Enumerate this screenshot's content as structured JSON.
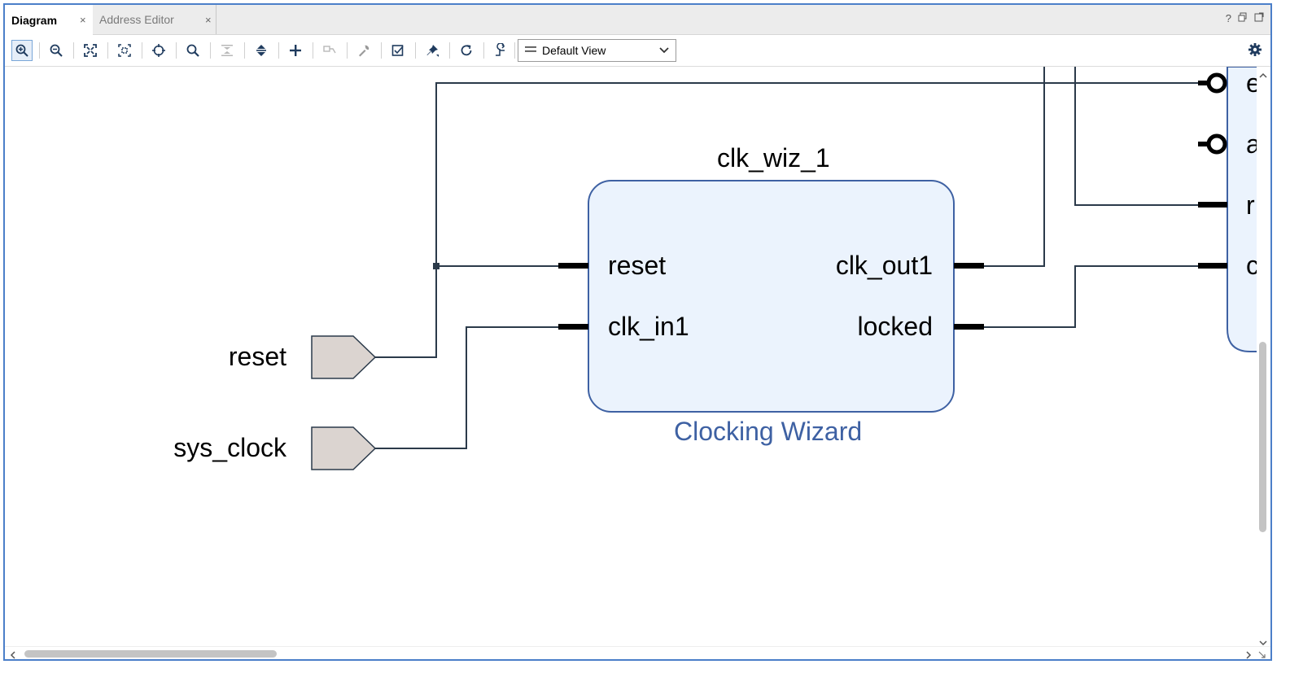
{
  "tabs": [
    {
      "label": "Diagram",
      "active": true
    },
    {
      "label": "Address Editor",
      "active": false
    }
  ],
  "window_controls": [
    "?",
    "restore",
    "maximize"
  ],
  "toolbar": {
    "icons": [
      "zoom-in-icon",
      "zoom-out-icon",
      "zoom-fit-icon",
      "fit-selection-icon",
      "autofit-icon",
      "search-icon",
      "collapse-all-icon",
      "expand-all-icon",
      "add-ip-icon",
      "make-connection-icon",
      "properties-icon",
      "validate-icon",
      "pin-icon",
      "regenerate-icon",
      "optimize-routing-icon"
    ],
    "view_select": "Default View"
  },
  "diagram": {
    "external_ports": [
      "reset",
      "sys_clock"
    ],
    "instance": {
      "name": "clk_wiz_1",
      "type": "Clocking Wizard",
      "input_pins": [
        "reset",
        "clk_in1"
      ],
      "output_pins": [
        "clk_out1",
        "locked"
      ]
    },
    "partial_block_pins": [
      "e",
      "a",
      "r",
      "c"
    ]
  },
  "colors": {
    "frame_border": "#4b7fc9",
    "block_fill": "#ebf3fd",
    "block_stroke": "#3e61a3",
    "port_fill": "#dbd4d0",
    "wire": "#2b3a4a",
    "instance_type_text": "#3e61a3"
  }
}
